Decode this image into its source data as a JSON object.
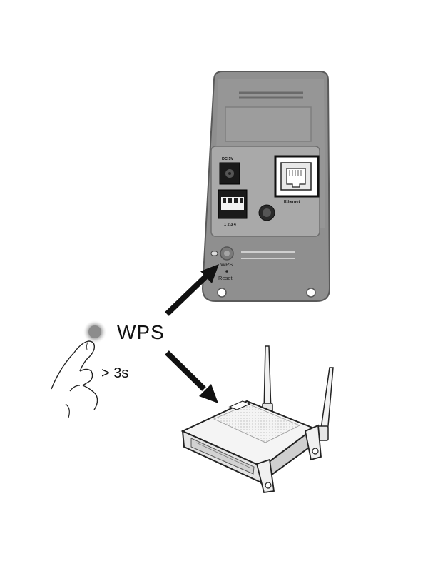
{
  "instruction": {
    "wps_label": "WPS",
    "duration_label": "> 3s"
  },
  "camera": {
    "power_label": "DC 5V",
    "ethernet_label": "Ethernet",
    "dip_labels": "1 2 3 4",
    "wps_button_label": "WPS",
    "reset_label": "Reset"
  }
}
